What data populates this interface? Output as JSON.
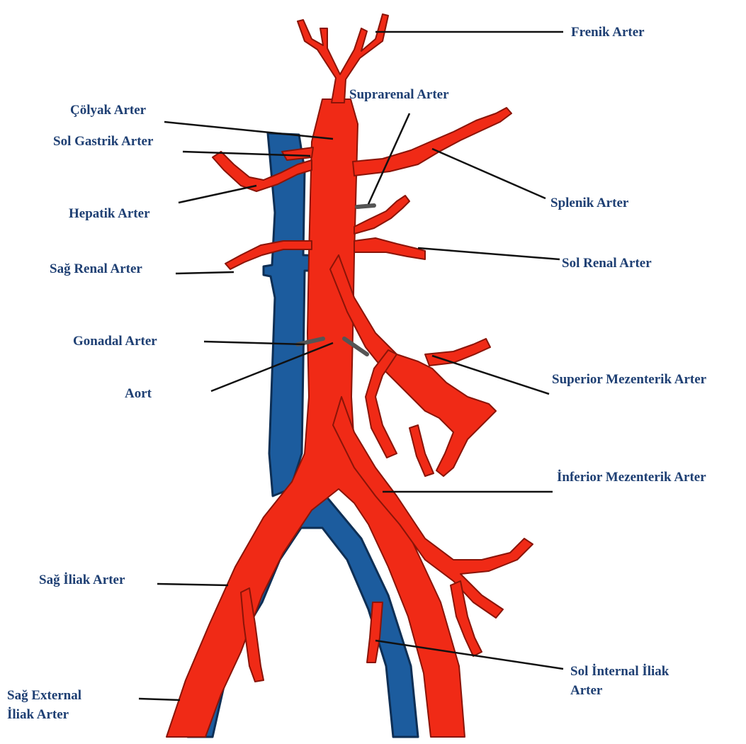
{
  "labels": {
    "frenik": "Frenik Arter",
    "suprarenal": "Suprarenal Arter",
    "colyak": "Çölyak Arter",
    "sol_gastrik": "Sol Gastrik Arter",
    "splenik": "Splenik Arter",
    "hepatik": "Hepatik Arter",
    "sol_renal": "Sol Renal Arter",
    "sag_renal": "Sağ Renal Arter",
    "gonadal": "Gonadal Arter",
    "superior_mezenterik": "Superior Mezenterik Arter",
    "aort": "Aort",
    "inferior_mezenterik": "İnferior Mezenterik Arter",
    "sag_iliak": "Sağ İliak Arter",
    "sol_internal_iliak_line1": "Sol İnternal İliak",
    "sol_internal_iliak_line2": "Arter",
    "sag_external_iliak_line1": "Sağ External",
    "sag_external_iliak_line2": "İliak Arter"
  },
  "colors": {
    "artery": "#f02a16",
    "artery_outline": "#8a1408",
    "vein": "#1c5c9e",
    "vein_outline": "#0e2f55",
    "label_text": "#1e3f73",
    "leader_line": "#111111"
  }
}
